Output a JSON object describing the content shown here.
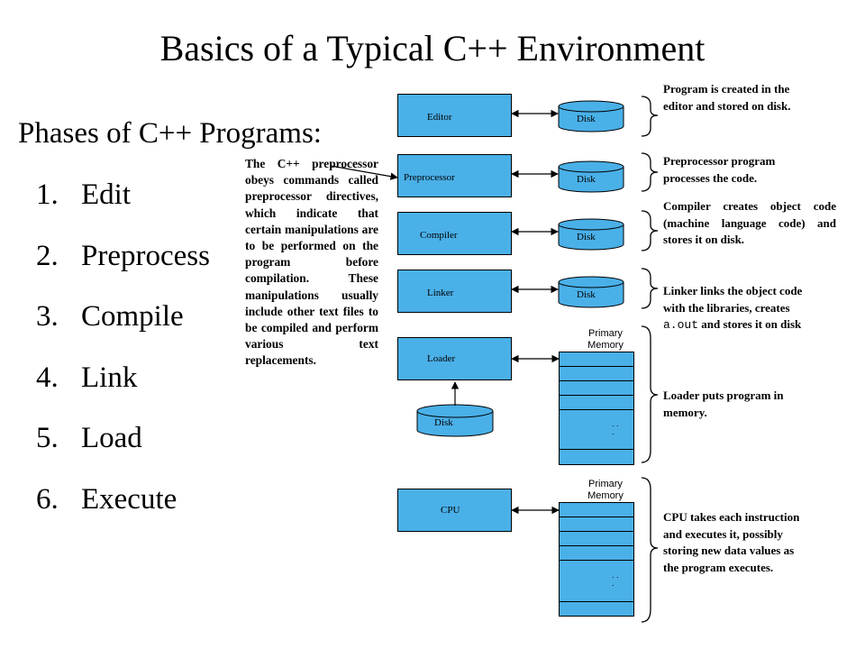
{
  "title": "Basics of a Typical C++ Environment",
  "subtitle": "Phases of C++ Programs:",
  "phases": [
    {
      "num": "1.",
      "label": "Edit"
    },
    {
      "num": "2.",
      "label": "Preprocess"
    },
    {
      "num": "3.",
      "label": "Compile"
    },
    {
      "num": "4.",
      "label": "Link"
    },
    {
      "num": "5.",
      "label": "Load"
    },
    {
      "num": "6.",
      "label": "Execute"
    }
  ],
  "preprocessor_note": "The C++ preprocessor obeys commands called preprocessor directives, which indicate that certain manipulations are to be performed on the program before compilation. These manipulations usually include other text files to be compiled and perform various text replacements.",
  "boxes": {
    "editor": "Editor",
    "preprocessor": "Preprocessor",
    "compiler": "Compiler",
    "linker": "Linker",
    "loader": "Loader",
    "cpu": "CPU"
  },
  "disk_label": "Disk",
  "primary_memory_label": "Primary Memory",
  "memory_dots": ". . .",
  "descriptions": {
    "editor": "Program is created in the editor and stored on disk.",
    "preprocessor": "Preprocessor program processes the code.",
    "compiler": "Compiler creates object code (machine language code) and stores it on disk.",
    "linker_before": "Linker links the object code with the libraries, creates ",
    "linker_code": "a.out",
    "linker_after": " and stores it on disk",
    "loader": "Loader puts program in memory.",
    "cpu": "CPU takes each instruction and executes it, possibly storing new data values as the program executes."
  },
  "colors": {
    "box_fill": "#4ab0e8",
    "outline": "#000000"
  }
}
